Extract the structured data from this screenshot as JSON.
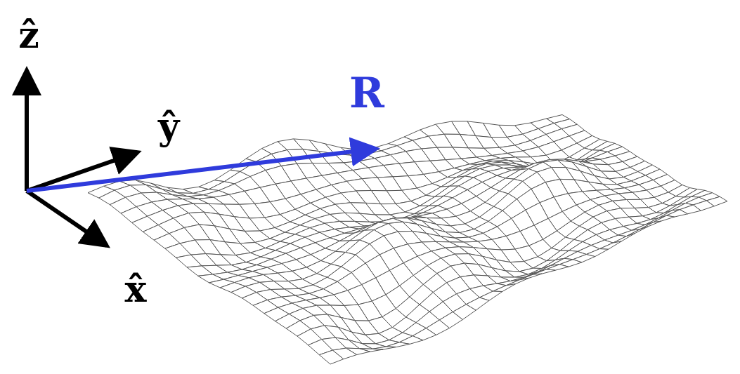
{
  "diagram": {
    "labels": [
      "ẑ",
      "ŷ",
      "x̂",
      "R"
    ]
  }
}
